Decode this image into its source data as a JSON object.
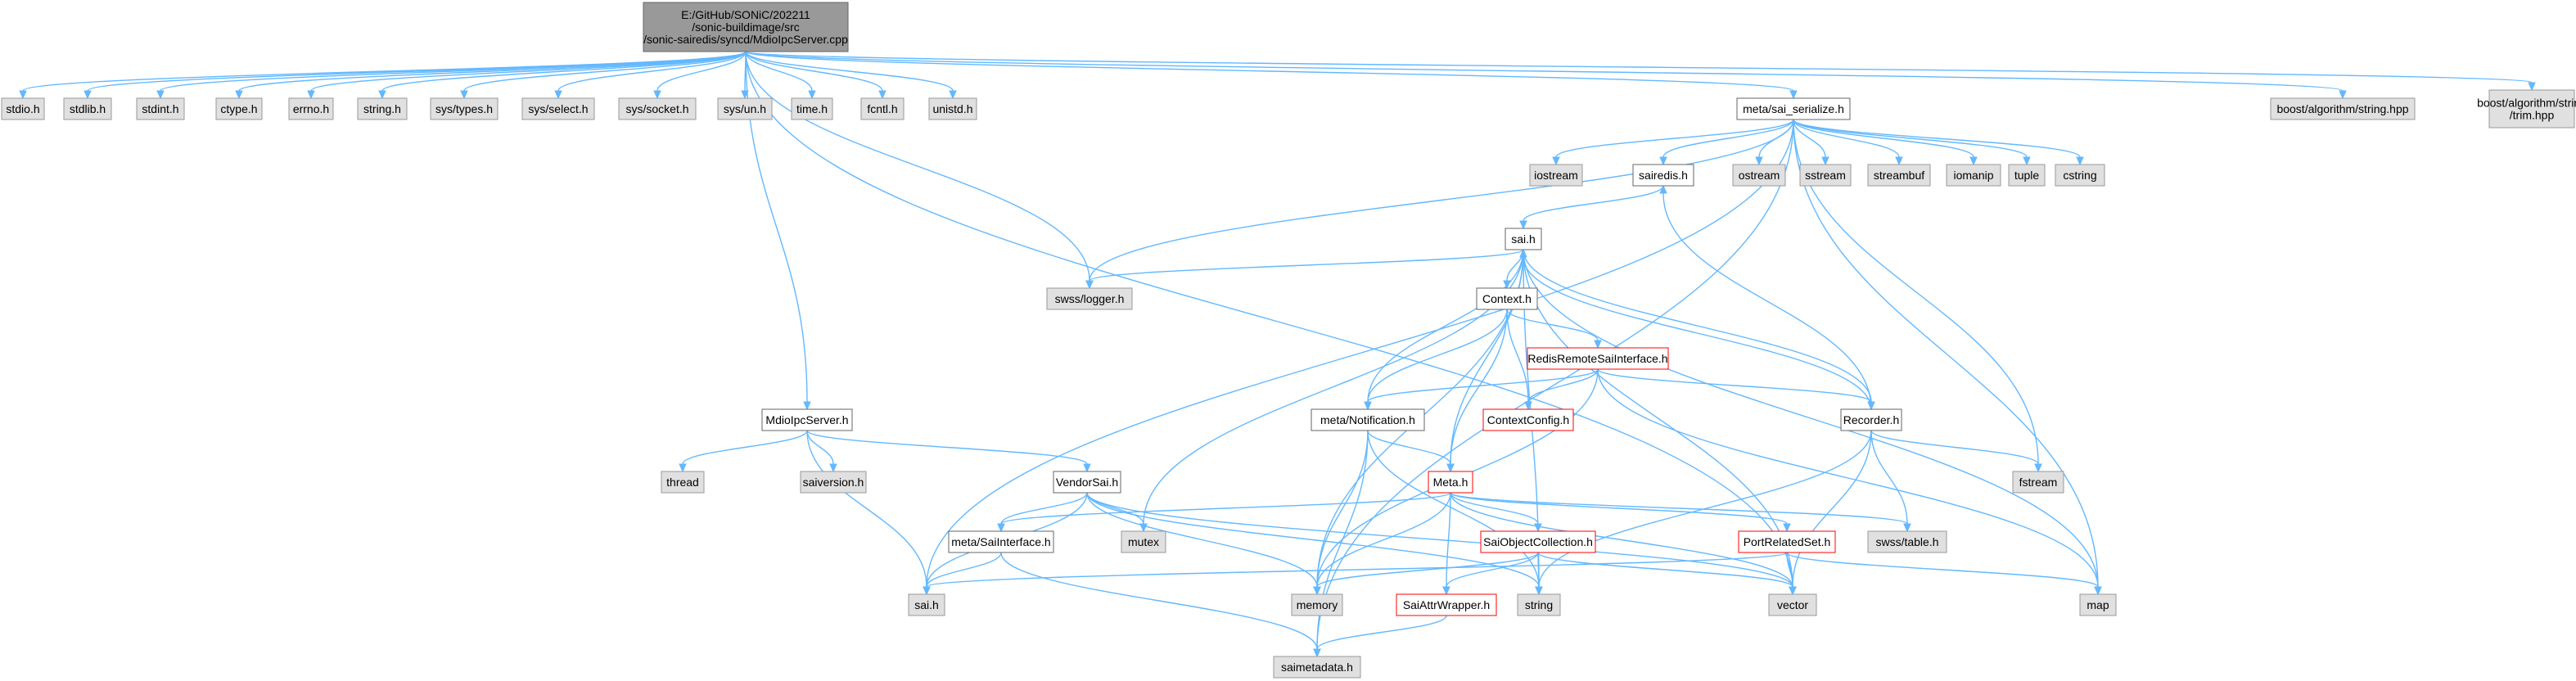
{
  "diagram": {
    "colors": {
      "edge": "#63b8ff",
      "root_fill": "#999999",
      "root_stroke": "#666666",
      "external_fill": "#e0e0e0",
      "external_stroke": "#999999",
      "local_fill": "#ffffff",
      "local_stroke": "#666666",
      "truncated_stroke": "#ff0000"
    },
    "nodes": [
      {
        "id": "root",
        "kind": "root",
        "lines": [
          "E:/GitHub/SONiC/202211",
          "/sonic-buildimage/src",
          "/sonic-sairedis/syncd/MdioIpcServer.cpp"
        ]
      },
      {
        "id": "stdio",
        "kind": "external",
        "lines": [
          "stdio.h"
        ]
      },
      {
        "id": "stdlib",
        "kind": "external",
        "lines": [
          "stdlib.h"
        ]
      },
      {
        "id": "stdint",
        "kind": "external",
        "lines": [
          "stdint.h"
        ]
      },
      {
        "id": "ctype",
        "kind": "external",
        "lines": [
          "ctype.h"
        ]
      },
      {
        "id": "errno",
        "kind": "external",
        "lines": [
          "errno.h"
        ]
      },
      {
        "id": "string_h",
        "kind": "external",
        "lines": [
          "string.h"
        ]
      },
      {
        "id": "systypes",
        "kind": "external",
        "lines": [
          "sys/types.h"
        ]
      },
      {
        "id": "sysselect",
        "kind": "external",
        "lines": [
          "sys/select.h"
        ]
      },
      {
        "id": "syssocket",
        "kind": "external",
        "lines": [
          "sys/socket.h"
        ]
      },
      {
        "id": "sysun",
        "kind": "external",
        "lines": [
          "sys/un.h"
        ]
      },
      {
        "id": "time",
        "kind": "external",
        "lines": [
          "time.h"
        ]
      },
      {
        "id": "fcntl",
        "kind": "external",
        "lines": [
          "fcntl.h"
        ]
      },
      {
        "id": "unistd",
        "kind": "external",
        "lines": [
          "unistd.h"
        ]
      },
      {
        "id": "serialize",
        "kind": "local",
        "lines": [
          "meta/sai_serialize.h"
        ]
      },
      {
        "id": "boost_string",
        "kind": "external",
        "lines": [
          "boost/algorithm/string.hpp"
        ]
      },
      {
        "id": "boost_trim",
        "kind": "external",
        "lines": [
          "boost/algorithm/string",
          "/trim.hpp"
        ]
      },
      {
        "id": "iostream",
        "kind": "external",
        "lines": [
          "iostream"
        ]
      },
      {
        "id": "sairedis",
        "kind": "local",
        "lines": [
          "sairedis.h"
        ]
      },
      {
        "id": "ostream",
        "kind": "external",
        "lines": [
          "ostream"
        ]
      },
      {
        "id": "sstream",
        "kind": "external",
        "lines": [
          "sstream"
        ]
      },
      {
        "id": "streambuf",
        "kind": "external",
        "lines": [
          "streambuf"
        ]
      },
      {
        "id": "iomanip",
        "kind": "external",
        "lines": [
          "iomanip"
        ]
      },
      {
        "id": "tuple",
        "kind": "external",
        "lines": [
          "tuple"
        ]
      },
      {
        "id": "cstring",
        "kind": "external",
        "lines": [
          "cstring"
        ]
      },
      {
        "id": "sai_top",
        "kind": "local",
        "lines": [
          "sai.h"
        ]
      },
      {
        "id": "logger",
        "kind": "external",
        "lines": [
          "swss/logger.h"
        ]
      },
      {
        "id": "context",
        "kind": "local",
        "lines": [
          "Context.h"
        ]
      },
      {
        "id": "redisremote",
        "kind": "truncated",
        "lines": [
          "RedisRemoteSaiInterface.h"
        ]
      },
      {
        "id": "notification",
        "kind": "local",
        "lines": [
          "meta/Notification.h"
        ]
      },
      {
        "id": "contextconfig",
        "kind": "truncated",
        "lines": [
          "ContextConfig.h"
        ]
      },
      {
        "id": "recorder",
        "kind": "local",
        "lines": [
          "Recorder.h"
        ]
      },
      {
        "id": "mdioipcserver",
        "kind": "local",
        "lines": [
          "MdioIpcServer.h"
        ]
      },
      {
        "id": "thread",
        "kind": "external",
        "lines": [
          "thread"
        ]
      },
      {
        "id": "saiversion",
        "kind": "external",
        "lines": [
          "saiversion.h"
        ]
      },
      {
        "id": "vendorsai",
        "kind": "local",
        "lines": [
          "VendorSai.h"
        ]
      },
      {
        "id": "meta_h",
        "kind": "truncated",
        "lines": [
          "Meta.h"
        ]
      },
      {
        "id": "fstream",
        "kind": "external",
        "lines": [
          "fstream"
        ]
      },
      {
        "id": "saiinterface",
        "kind": "local",
        "lines": [
          "meta/SaiInterface.h"
        ]
      },
      {
        "id": "mutex",
        "kind": "external",
        "lines": [
          "mutex"
        ]
      },
      {
        "id": "saiobjcoll",
        "kind": "truncated",
        "lines": [
          "SaiObjectCollection.h"
        ]
      },
      {
        "id": "portrelated",
        "kind": "truncated",
        "lines": [
          "PortRelatedSet.h"
        ]
      },
      {
        "id": "swsstable",
        "kind": "external",
        "lines": [
          "swss/table.h"
        ]
      },
      {
        "id": "sai_bottom",
        "kind": "external",
        "lines": [
          "sai.h"
        ]
      },
      {
        "id": "memory",
        "kind": "external",
        "lines": [
          "memory"
        ]
      },
      {
        "id": "string",
        "kind": "external",
        "lines": [
          "string"
        ]
      },
      {
        "id": "vector",
        "kind": "external",
        "lines": [
          "vector"
        ]
      },
      {
        "id": "map",
        "kind": "external",
        "lines": [
          "map"
        ]
      },
      {
        "id": "saiattrwrapper",
        "kind": "truncated",
        "lines": [
          "SaiAttrWrapper.h"
        ]
      },
      {
        "id": "saimetadata",
        "kind": "external",
        "lines": [
          "saimetadata.h"
        ]
      }
    ],
    "edges": [
      [
        "root",
        "stdio"
      ],
      [
        "root",
        "stdlib"
      ],
      [
        "root",
        "stdint"
      ],
      [
        "root",
        "ctype"
      ],
      [
        "root",
        "errno"
      ],
      [
        "root",
        "string_h"
      ],
      [
        "root",
        "systypes"
      ],
      [
        "root",
        "sysselect"
      ],
      [
        "root",
        "syssocket"
      ],
      [
        "root",
        "sysun"
      ],
      [
        "root",
        "time"
      ],
      [
        "root",
        "fcntl"
      ],
      [
        "root",
        "unistd"
      ],
      [
        "root",
        "serialize"
      ],
      [
        "root",
        "boost_string"
      ],
      [
        "root",
        "boost_trim"
      ],
      [
        "root",
        "mdioipcserver"
      ],
      [
        "root",
        "logger"
      ],
      [
        "root",
        "vector"
      ],
      [
        "serialize",
        "iostream"
      ],
      [
        "serialize",
        "sairedis"
      ],
      [
        "serialize",
        "ostream"
      ],
      [
        "serialize",
        "sstream"
      ],
      [
        "serialize",
        "streambuf"
      ],
      [
        "serialize",
        "iomanip"
      ],
      [
        "serialize",
        "tuple"
      ],
      [
        "serialize",
        "cstring"
      ],
      [
        "serialize",
        "logger"
      ],
      [
        "serialize",
        "sai_bottom"
      ],
      [
        "serialize",
        "map"
      ],
      [
        "serialize",
        "saimetadata"
      ],
      [
        "serialize",
        "fstream"
      ],
      [
        "sairedis",
        "sai_top"
      ],
      [
        "sai_top",
        "logger"
      ],
      [
        "sai_top",
        "context"
      ],
      [
        "sai_top",
        "notification"
      ],
      [
        "sai_top",
        "meta_h"
      ],
      [
        "sai_top",
        "recorder"
      ],
      [
        "sai_top",
        "memory"
      ],
      [
        "sai_top",
        "string"
      ],
      [
        "sai_top",
        "vector"
      ],
      [
        "sai_top",
        "map"
      ],
      [
        "sai_top",
        "mutex"
      ],
      [
        "context",
        "redisremote"
      ],
      [
        "context",
        "contextconfig"
      ],
      [
        "context",
        "notification"
      ],
      [
        "context",
        "meta_h"
      ],
      [
        "redisremote",
        "notification"
      ],
      [
        "redisremote",
        "contextconfig"
      ],
      [
        "redisremote",
        "recorder"
      ],
      [
        "redisremote",
        "map"
      ],
      [
        "redisremote",
        "memory"
      ],
      [
        "recorder",
        "sairedis"
      ],
      [
        "recorder",
        "sai_top"
      ],
      [
        "recorder",
        "fstream"
      ],
      [
        "recorder",
        "swsstable"
      ],
      [
        "recorder",
        "string"
      ],
      [
        "recorder",
        "vector"
      ],
      [
        "notification",
        "meta_h"
      ],
      [
        "notification",
        "memory"
      ],
      [
        "notification",
        "string"
      ],
      [
        "notification",
        "saimetadata"
      ],
      [
        "mdioipcserver",
        "thread"
      ],
      [
        "mdioipcserver",
        "saiversion"
      ],
      [
        "mdioipcserver",
        "vendorsai"
      ],
      [
        "mdioipcserver",
        "sai_bottom"
      ],
      [
        "vendorsai",
        "saiinterface"
      ],
      [
        "vendorsai",
        "mutex"
      ],
      [
        "vendorsai",
        "sai_bottom"
      ],
      [
        "vendorsai",
        "memory"
      ],
      [
        "vendorsai",
        "string"
      ],
      [
        "vendorsai",
        "vector"
      ],
      [
        "saiinterface",
        "sai_bottom"
      ],
      [
        "saiinterface",
        "saimetadata"
      ],
      [
        "meta_h",
        "saiinterface"
      ],
      [
        "meta_h",
        "saiobjcoll"
      ],
      [
        "meta_h",
        "portrelated"
      ],
      [
        "meta_h",
        "swsstable"
      ],
      [
        "meta_h",
        "memory"
      ],
      [
        "meta_h",
        "vector"
      ],
      [
        "meta_h",
        "saiattrwrapper"
      ],
      [
        "saiobjcoll",
        "saiattrwrapper"
      ],
      [
        "saiobjcoll",
        "memory"
      ],
      [
        "saiobjcoll",
        "string"
      ],
      [
        "saiobjcoll",
        "vector"
      ],
      [
        "portrelated",
        "sai_bottom"
      ],
      [
        "portrelated",
        "vector"
      ],
      [
        "portrelated",
        "map"
      ],
      [
        "saiattrwrapper",
        "saimetadata"
      ]
    ]
  }
}
